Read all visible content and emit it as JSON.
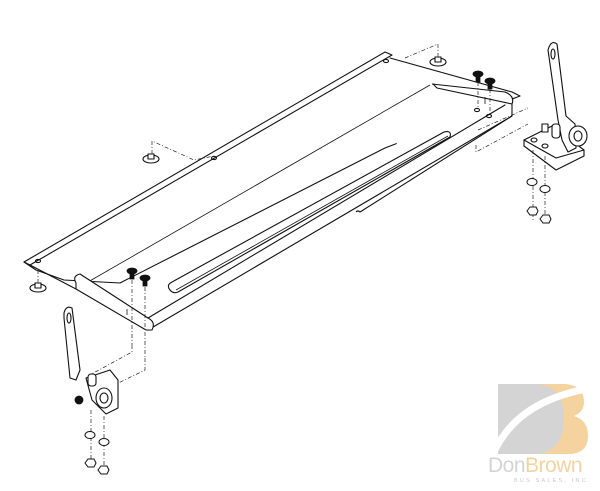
{
  "diagram": {
    "type": "exploded-parts-diagram",
    "subject": "Bracket tray assembly with two hinge/mount brackets",
    "colors": {
      "line": "#111111",
      "background": "#ffffff",
      "watermark_gray": "#d4d4d4",
      "watermark_orange": "#f5d39e"
    },
    "parts": [
      {
        "id": "tray",
        "label": "Tray / mounting plate with long slot"
      },
      {
        "id": "screw-pair-right",
        "label": "Pan-head screws (2)"
      },
      {
        "id": "screw-pair-left",
        "label": "Pan-head screws (2)"
      },
      {
        "id": "bracket-right",
        "label": "Hinge bracket (right)"
      },
      {
        "id": "bracket-left",
        "label": "Hinge bracket (left)"
      },
      {
        "id": "washer-nuts-right",
        "label": "Washers and nuts (right)"
      },
      {
        "id": "washer-nuts-left",
        "label": "Washers and nuts (left)"
      },
      {
        "id": "grommets",
        "label": "Grommets / standoffs (4)"
      }
    ]
  },
  "watermark": {
    "monogram": "DB",
    "name_part1": "Don",
    "name_part2": "Brown",
    "subtitle": "BUS SALES, INC."
  }
}
